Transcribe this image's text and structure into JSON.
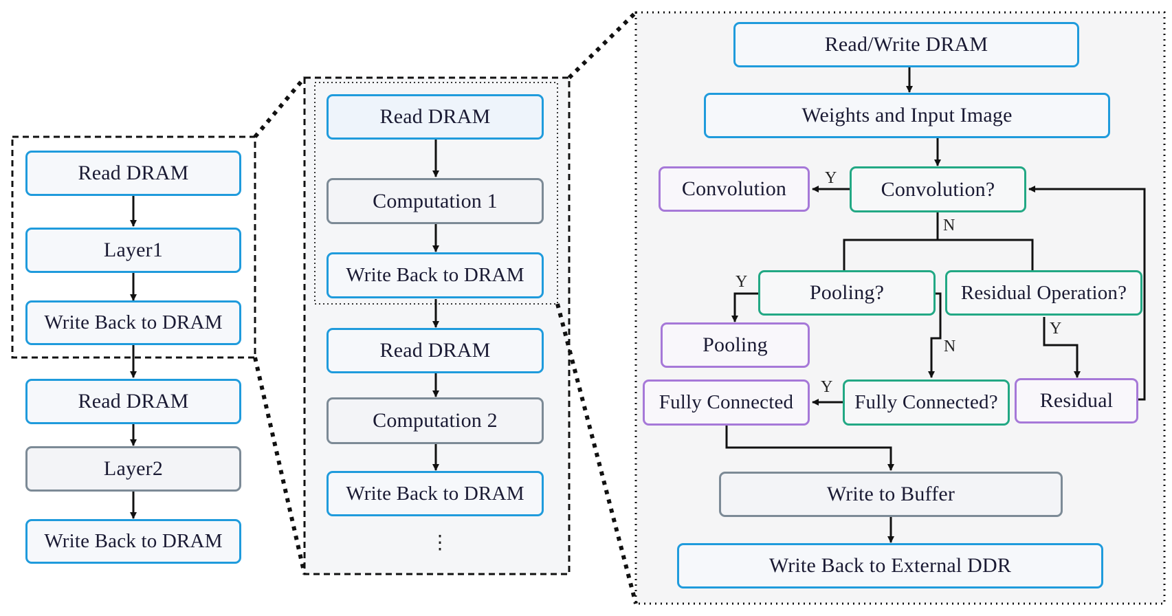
{
  "left": {
    "group1": {
      "read": "Read DRAM",
      "layer": "Layer1",
      "write": "Write Back to DRAM"
    },
    "group2": {
      "read": "Read DRAM",
      "layer": "Layer2",
      "write": "Write Back to DRAM"
    }
  },
  "middle": {
    "block1": {
      "read": "Read DRAM",
      "compute": "Computation 1",
      "write": "Write Back to DRAM"
    },
    "block2": {
      "read": "Read DRAM",
      "compute": "Computation 2",
      "write": "Write Back to DRAM"
    },
    "ellipsis": "⋮"
  },
  "right": {
    "readwrite": "Read/Write DRAM",
    "weights": "Weights and Input Image",
    "conv_q": "Convolution?",
    "conv": "Convolution",
    "pool_q": "Pooling?",
    "pool": "Pooling",
    "resid_q": "Residual Operation?",
    "resid": "Residual",
    "fc_q": "Fully Connected?",
    "fc": "Fully Connected",
    "buffer": "Write to Buffer",
    "ddr": "Write Back to External DDR",
    "labels": {
      "y_conv": "Y",
      "n_conv": "N",
      "y_pool": "Y",
      "n_pool": "N",
      "y_resid": "Y",
      "y_fc": "Y"
    }
  },
  "colors": {
    "process_border": "#1f9bdc",
    "compute_border": "#7c8a96",
    "decision_border": "#22a884",
    "operation_border": "#a678d8"
  }
}
